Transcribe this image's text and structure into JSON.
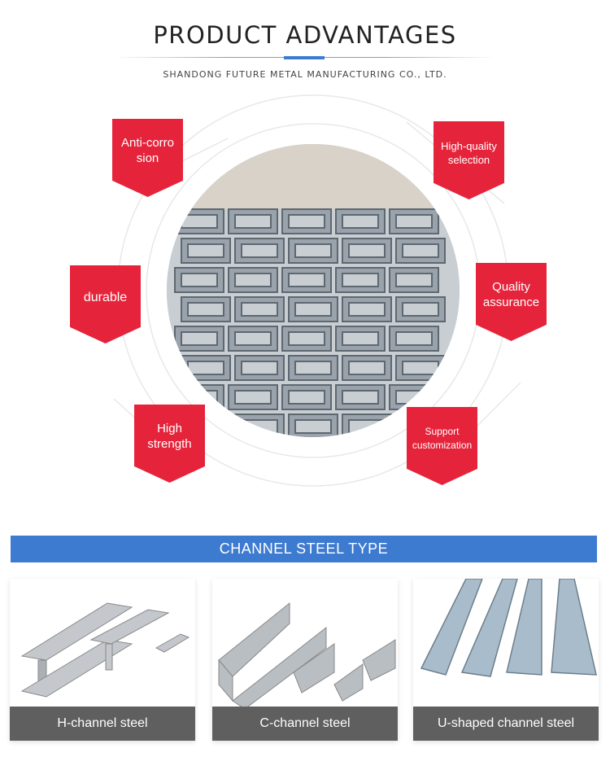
{
  "header": {
    "title": "PRODUCT ADVANTAGES",
    "subtitle": "SHANDONG FUTURE METAL MANUFACTURING CO., LTD."
  },
  "advantages": [
    {
      "label": "Anti-corro sion"
    },
    {
      "label": "High-quality selection"
    },
    {
      "label": "durable"
    },
    {
      "label": "Quality assurance"
    },
    {
      "label": "High strength"
    },
    {
      "label": "Support customization"
    }
  ],
  "types": {
    "banner": "CHANNEL STEEL TYPE",
    "cards": [
      {
        "label": "H-channel steel"
      },
      {
        "label": "C-channel steel"
      },
      {
        "label": "U-shaped channel steel"
      }
    ]
  },
  "colors": {
    "accent": "#3d7bd0",
    "tag": "#e5243b",
    "card_label": "#5f5f5f"
  }
}
